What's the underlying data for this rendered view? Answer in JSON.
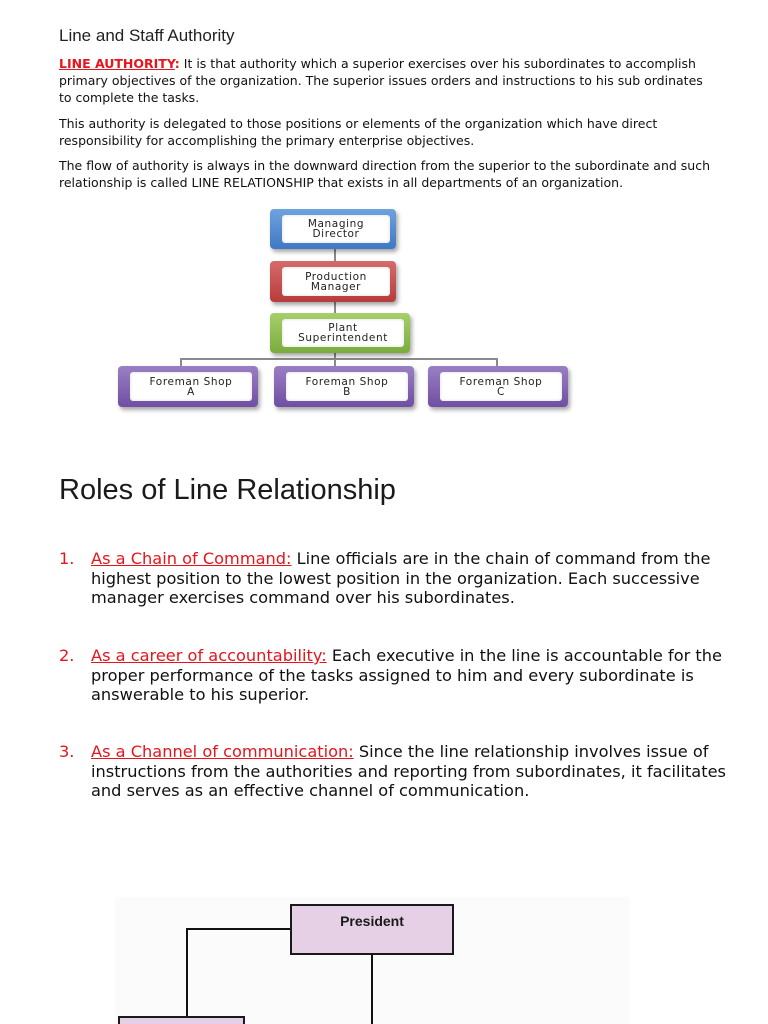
{
  "page": {
    "subtitle": "Line and Staff Authority",
    "line_authority": {
      "term": "LINE AUTHORITY",
      "colon": ":",
      "text": " It is that authority which a superior exercises over his subordinates to accomplish primary objectives of the organization. The superior issues orders and instructions to his sub ordinates to complete the tasks."
    },
    "para2": "This authority is delegated to those positions or elements of the organization which have direct responsibility for accomplishing the primary enterprise objectives.",
    "para3": "The flow of authority is always in the downward direction from the superior to the subordinate and such relationship is called LINE RELATIONSHIP that exists in all departments of an organization."
  },
  "chart1": {
    "top": [
      "Managing",
      "Director"
    ],
    "mid": [
      "Production",
      "Manager"
    ],
    "plant": [
      "Plant",
      "Superintendent"
    ],
    "foremen": [
      {
        "line1": "Foreman Shop",
        "line2": "A"
      },
      {
        "line1": "Foreman Shop",
        "line2": "B"
      },
      {
        "line1": "Foreman Shop",
        "line2": "C"
      }
    ]
  },
  "roles": {
    "heading": "Roles of Line Relationship",
    "items": [
      {
        "num": "1.",
        "term": "As a Chain of Command:",
        "text": " Line officials are in the chain of command from the highest position to the lowest position in the organization. Each successive manager exercises command over his subordinates."
      },
      {
        "num": "2.",
        "term": "As a career of accountability:",
        "text": " Each executive in the line is accountable for the proper performance of the tasks assigned to him and every subordinate is answerable to his superior."
      },
      {
        "num": "3.",
        "term": "As a Channel of communication:",
        "text": " Since the line relationship involves issue of instructions from the authorities and reporting from subordinates, it facilitates and serves as an effective channel of communication."
      }
    ]
  },
  "chart2": {
    "president": "President"
  }
}
